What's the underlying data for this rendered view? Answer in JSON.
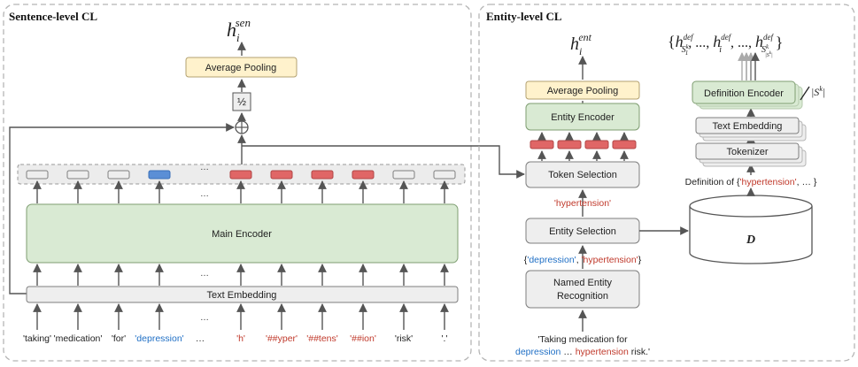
{
  "colors": {
    "green_fill": "#d9ead3",
    "green_stroke": "#7f9e72",
    "yellow_fill": "#fff2cc",
    "yellow_stroke": "#b3a170",
    "gray_fill": "#eeeeee",
    "gray_stroke": "#7f7f7f",
    "token_red": "#e06666",
    "token_blue": "#5b8fd6",
    "accent_blue": "#1f6fc5",
    "accent_red": "#c0392b"
  },
  "left": {
    "title": "Sentence-level CL",
    "output_base": "h",
    "output_sub": "i",
    "output_sup": "sen",
    "pooling": "Average Pooling",
    "half": "½",
    "encoder": "Main Encoder",
    "embedding": "Text Embedding",
    "ellipsis": "…",
    "tokens": [
      {
        "text": "'taking'",
        "color": "black"
      },
      {
        "text": "'medication'",
        "color": "black"
      },
      {
        "text": "'for'",
        "color": "black"
      },
      {
        "text": "'depression'",
        "color": "blue"
      },
      {
        "text": "…",
        "color": "black"
      },
      {
        "text": "'h'",
        "color": "red"
      },
      {
        "text": "'##yper'",
        "color": "red"
      },
      {
        "text": "'##tens'",
        "color": "red"
      },
      {
        "text": "'##ion'",
        "color": "red"
      },
      {
        "text": "'risk'",
        "color": "black"
      },
      {
        "text": "'.'",
        "color": "black"
      }
    ]
  },
  "right": {
    "title": "Entity-level CL",
    "output_base": "h",
    "output_sub": "i",
    "output_sup": "ent",
    "pooling": "Average Pooling",
    "entity_encoder": "Entity Encoder",
    "token_selection": "Token Selection",
    "selected_entity": "'hypertension'",
    "entity_selection": "Entity Selection",
    "entities_open": "{",
    "entity_1": "'depression'",
    "entities_sep": ", ",
    "entity_2": "'hypertension'",
    "entities_close": "}",
    "ner_line1": "Named Entity",
    "ner_line2": "Recognition",
    "sentence_line1": "'Taking medication for",
    "sentence_blue": "depression",
    "sentence_mid": " … ",
    "sentence_red": "hypertension",
    "sentence_end": " risk.'",
    "definition_encoder": "Definition Encoder",
    "text_embedding": "Text Embedding",
    "tokenizer": "Tokenizer",
    "definition_prefix": "Definition of {",
    "definition_entity": "'hypertension'",
    "definition_suffix": ", … }",
    "database": "D",
    "stack_count": "|S",
    "stack_count_sup": "k",
    "stack_count_end": "|",
    "def_set": {
      "open": "{",
      "h": "h",
      "sup": "def",
      "s1_base": "S",
      "s1_sup": "k",
      "s1_sub": "1",
      "sep": ", ..., ",
      "hi_sub": "i",
      "sk_base": "S",
      "sk_sup": "k",
      "sk_sub": "|S",
      "sk_sub_sup": "k",
      "sk_sub_end": "|",
      "close": "}"
    }
  }
}
